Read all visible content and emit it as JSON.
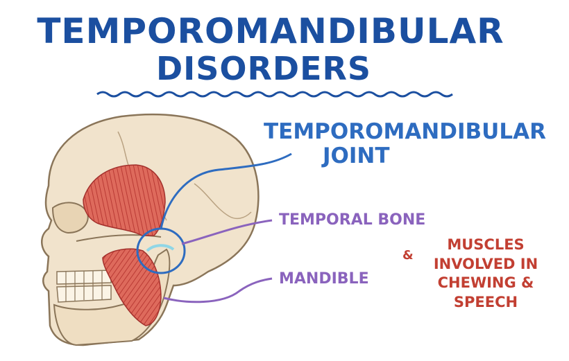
{
  "title": {
    "line1": "Temporomandibular",
    "line2": "Disorders"
  },
  "labels": {
    "tmj_line1": "Temporomandibular",
    "tmj_line2": "Joint",
    "temporal_bone": "Temporal Bone",
    "mandible": "Mandible",
    "muscles_bullet": "&",
    "muscles_line1": "Muscles",
    "muscles_line2": "Involved in",
    "muscles_line3": "Chewing &",
    "muscles_line4": "Speech"
  },
  "colors": {
    "title": "#1b4fa0",
    "tmj_label": "#2e6cc0",
    "bone_labels": "#8a63bd",
    "muscle_label": "#c23f32",
    "skull": "#f1e3cc",
    "muscle": "#d6524a"
  }
}
